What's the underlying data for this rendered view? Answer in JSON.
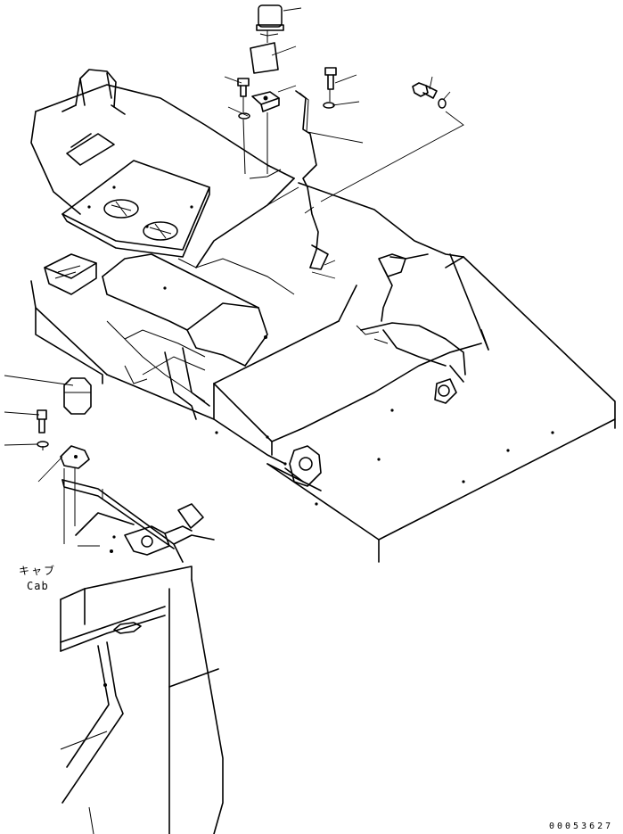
{
  "labels": {
    "cab_jp": "キャブ",
    "cab_en": "Cab"
  },
  "drawing_number": "00053627",
  "colors": {
    "line": "#000000",
    "background": "#ffffff"
  }
}
